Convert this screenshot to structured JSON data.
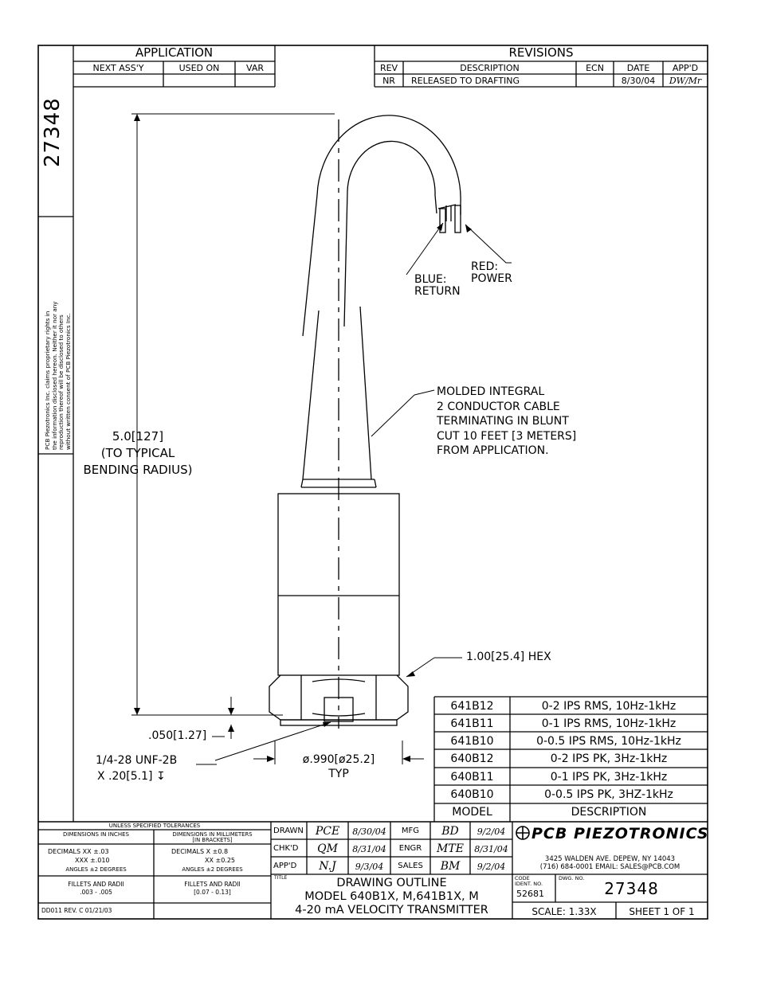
{
  "application": {
    "title": "APPLICATION",
    "headers": [
      "NEXT ASS'Y",
      "USED ON",
      "VAR"
    ]
  },
  "revisions": {
    "title": "REVISIONS",
    "headers": [
      "REV",
      "DESCRIPTION",
      "ECN",
      "DATE",
      "APP'D"
    ],
    "rows": [
      {
        "rev": "NR",
        "description": "RELEASED TO DRAFTING",
        "ecn": "",
        "date": "8/30/04",
        "appd": "DW/Mr"
      }
    ]
  },
  "sidebar": {
    "drawing_number": "27348",
    "proprietary_notice": [
      "PCB Piezotronics Inc. claims proprietary rights in",
      "the information disclosed hereon. Neither it nor any",
      "reproduction thereof will be disclosed to others",
      "without written consent of PCB Piezotronics Inc."
    ]
  },
  "annotations": {
    "length": [
      "5.0[127]",
      "(TO TYPICAL",
      "BENDING RADIUS)"
    ],
    "blue_wire": [
      "BLUE:",
      "RETURN"
    ],
    "red_wire": [
      "RED:",
      "POWER"
    ],
    "cable_note": [
      "MOLDED INTEGRAL",
      "2 CONDUCTOR CABLE",
      "TERMINATING IN BLUNT",
      "CUT 10 FEET [3 METERS]",
      "FROM APPLICATION."
    ],
    "hex": "1.00[25.4] HEX",
    "gap": ".050[1.27]",
    "thread": [
      "1/4-28 UNF-2B",
      "X .20[5.1] ↧"
    ],
    "diameter": [
      "ø.990[ø25.2]",
      "TYP"
    ]
  },
  "model_table": {
    "headers": [
      "MODEL",
      "DESCRIPTION"
    ],
    "rows": [
      {
        "model": "641B12",
        "description": "0-2 IPS RMS, 10Hz-1kHz"
      },
      {
        "model": "641B11",
        "description": "0-1 IPS RMS, 10Hz-1kHz"
      },
      {
        "model": "641B10",
        "description": "0-0.5 IPS RMS, 10Hz-1kHz"
      },
      {
        "model": "640B12",
        "description": "0-2 IPS PK, 3Hz-1kHz"
      },
      {
        "model": "640B11",
        "description": "0-1 IPS PK, 3Hz-1kHz"
      },
      {
        "model": "640B10",
        "description": "0-0.5 IPS PK, 3HZ-1kHz"
      }
    ]
  },
  "tolerances": {
    "title": "UNLESS SPECIFIED TOLERANCES",
    "inches_header": "DIMENSIONS IN INCHES",
    "mm_header": [
      "DIMENSIONS IN MILLIMETERS",
      "[IN BRACKETS]"
    ],
    "inches_decimals": [
      "DECIMALS  XX ±.03",
      "XXX ±.010"
    ],
    "mm_decimals": [
      "DECIMALS  X ±0.8",
      "XX ±0.25"
    ],
    "inches_angles": "ANGLES ±2 DEGREES",
    "mm_angles": "ANGLES ±2 DEGREES",
    "inches_fillets": [
      "FILLETS AND RADII",
      ".003 - .005"
    ],
    "mm_fillets": [
      "FILLETS AND RADII",
      "[0.07 - 0.13]"
    ],
    "doc_rev": "DD011 REV. C 01/21/03"
  },
  "signoffs": [
    {
      "role": "DRAWN",
      "initials": "PCE",
      "date": "8/30/04"
    },
    {
      "role": "CHK'D",
      "initials": "QM",
      "date": "8/31/04"
    },
    {
      "role": "APP'D",
      "initials": "N.J",
      "date": "9/3/04"
    }
  ],
  "signoffs_right": [
    {
      "role": "MFG",
      "initials": "BD",
      "date": "9/2/04"
    },
    {
      "role": "ENGR",
      "initials": "MTE",
      "date": "8/31/04"
    },
    {
      "role": "SALES",
      "initials": "BM",
      "date": "9/2/04"
    }
  ],
  "title_block": {
    "title_label": "TITLE",
    "title_lines": [
      "DRAWING OUTLINE",
      "MODEL 640B1X, M,641B1X, M",
      "4-20 mA VELOCITY TRANSMITTER"
    ],
    "company": "PCB PIEZOTRONICS",
    "address": [
      "3425 WALDEN AVE. DEPEW, NY 14043",
      "(716) 684-0001 EMAIL: SALES@PCB.COM"
    ],
    "code_label": [
      "CODE",
      "IDENT. NO."
    ],
    "code_value": "52681",
    "dwg_label": "DWG. NO.",
    "dwg_value": "27348",
    "scale": "SCALE: 1.33X",
    "sheet": "SHEET 1 OF 1"
  }
}
